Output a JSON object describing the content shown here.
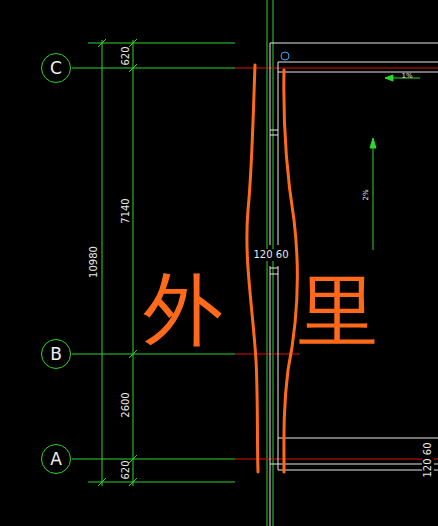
{
  "diagram": {
    "nodes": [
      {
        "text": [
          "C"
        ]
      },
      {
        "text": [
          "B"
        ]
      },
      {
        "text": [
          "A"
        ]
      }
    ],
    "labels": [
      "620",
      "7140",
      "2600",
      "620",
      "10980",
      "120 60",
      "120 60",
      "1%",
      "2%",
      "外",
      "里"
    ]
  }
}
